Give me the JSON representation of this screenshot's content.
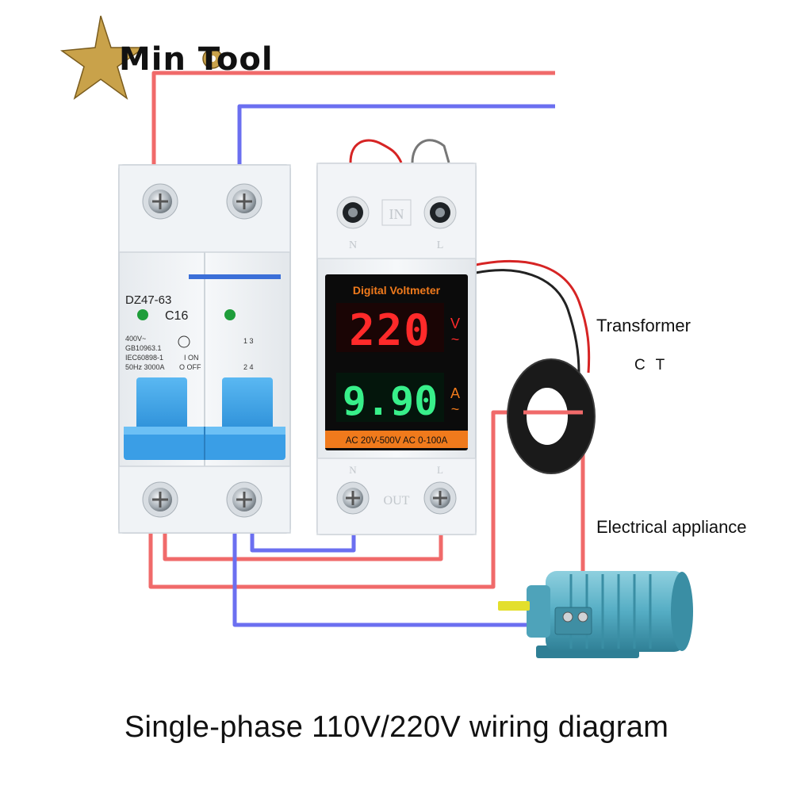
{
  "brand": {
    "name": "Min Tool"
  },
  "breaker": {
    "model": "DZ47-63",
    "rating": "C16",
    "spec_lines": [
      "400V~",
      "GB10963.1",
      "IEC60898-1",
      "50Hz 3000A"
    ],
    "switch_on": "I ON",
    "switch_off": "O OFF",
    "pole_top": "1 3",
    "pole_bottom": "2 4"
  },
  "meter": {
    "title": "Digital Voltmeter",
    "voltage_reading": "220",
    "voltage_unit": "V",
    "current_reading": "9.90",
    "current_unit": "A",
    "tilde": "~",
    "range": "AC 20V-500V AC 0-100A",
    "in_label": "IN",
    "out_label": "OUT",
    "n_label": "N",
    "l_label": "L"
  },
  "labels": {
    "transformer": "Transformer",
    "ct": "C T",
    "appliance": "Electrical appliance"
  },
  "caption": "Single-phase 110V/220V wiring diagram",
  "colors": {
    "live_wire": "#f06a6a",
    "neutral_wire": "#6b6ff0",
    "breaker_body": "#eef1f4",
    "breaker_handle": "#3fa4ea",
    "meter_display_bg": "#0b0b0b",
    "voltage_digits": "#ff2a2a",
    "current_digits": "#38f08a",
    "meter_band": "#f07a1c",
    "motor_body": "#5cb3c9",
    "ct_ring": "#1a1a1a",
    "brand_gold": "#c9a24a"
  },
  "icons": [
    "star-logo-icon",
    "gear-icon",
    "screw-terminal-icon"
  ]
}
